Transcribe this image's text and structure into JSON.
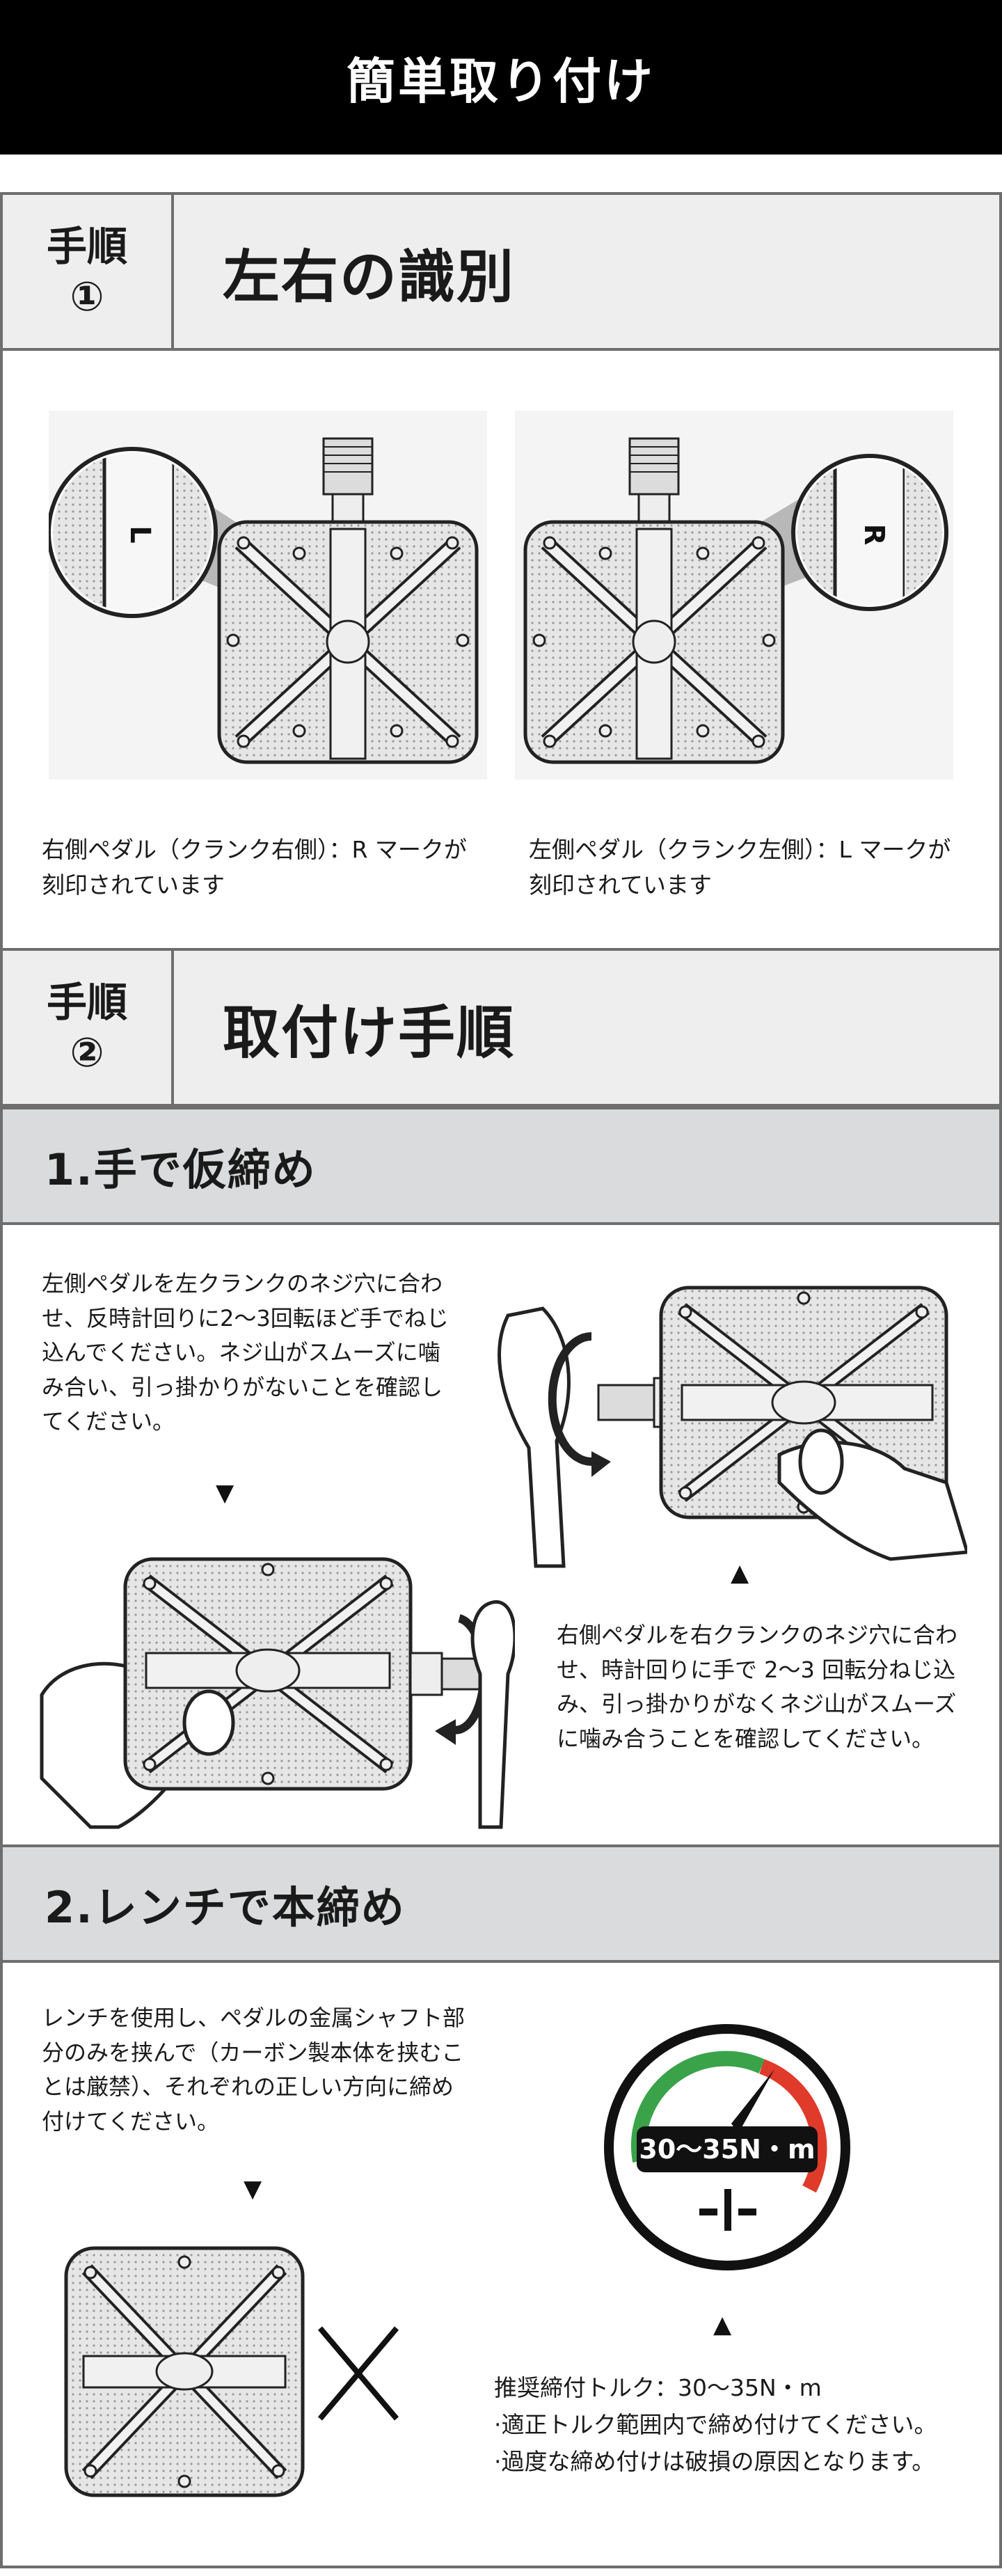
{
  "header": {
    "title": "簡単取り付け"
  },
  "step1": {
    "badge_line1": "手順",
    "badge_line2": "①",
    "title": "左右の識別",
    "right_pedal_caption": "右側ペダル（クランク右側）：R マークが刻印されています",
    "left_pedal_caption": "左側ペダル（クランク左側）：L マークが刻印されています",
    "right_pedal_mark": "L",
    "left_pedal_mark": "R"
  },
  "step2": {
    "badge_line1": "手順",
    "badge_line2": "②",
    "title": "取付け手順"
  },
  "section1": {
    "title": "1.手で仮締め",
    "left_instruction": "左側ペダルを左クランクのネジ穴に合わせ、反時計回りに2〜3回転ほど手でねじ込んでください。ネジ山がスムーズに噛み合い、引っ掛かりがないことを確認してください。",
    "right_instruction": "右側ペダルを右クランクのネジ穴に合わせ、時計回りに手で 2〜3 回転分ねじ込み、引っ掛かりがなくネジ山がスムーズに噛み合うことを確認してください。",
    "down_arrow": "▼",
    "up_arrow": "▲"
  },
  "section2": {
    "title": "2.レンチで本締め",
    "wrench_instruction": "レンチを使用し、ペダルの金属シャフト部分のみを挟んで（カーボン製本体を挟むことは厳禁）、それぞれの正しい方向に締め付けてください。",
    "down_arrow": "▼",
    "up_arrow": "▲",
    "gauge_value": "30〜35N・m",
    "torque_line1": "推奨締付トルク：30〜35N・m",
    "torque_line2": "·適正トルク範囲内で締め付けてください。",
    "torque_line3": "·過度な締め付けは破損の原因となります。"
  },
  "colors": {
    "header_bg": "#000000",
    "step_header_bg": "#eeeeee",
    "sub_header_bg": "#d9dbdc",
    "border": "#6e6e6e",
    "gauge_green": "#3aa34a",
    "gauge_red": "#e03a2a"
  },
  "icons": [
    "pedal-illustration",
    "magnifier-callout",
    "crank-arm",
    "rotation-arrow",
    "hand",
    "torque-gauge",
    "forbidden-x"
  ]
}
